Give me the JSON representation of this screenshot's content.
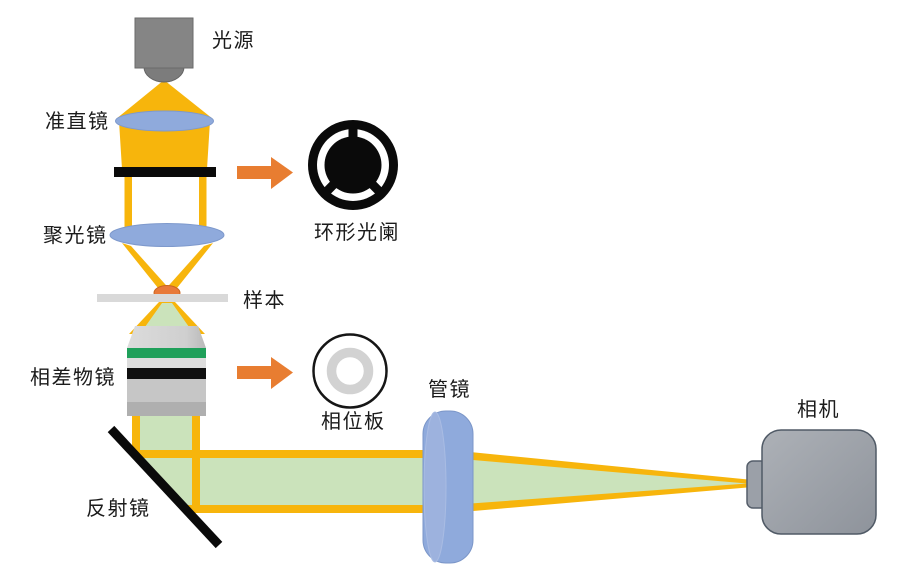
{
  "labels": {
    "light_source": "光源",
    "collimating_lens": "准直镜",
    "condenser_lens": "聚光镜",
    "annular_aperture": "环形光阑",
    "sample": "样本",
    "phase_objective": "相差物镜",
    "phase_plate": "相位板",
    "tube_lens": "管镜",
    "mirror": "反射镜",
    "camera": "相机"
  },
  "icons": {
    "arrow_right_upper": "arrow-right-icon",
    "arrow_right_lower": "arrow-right-icon"
  },
  "colors": {
    "beam_yellow": "#F7B50C",
    "beam_green": "#CBE3BB",
    "lens_blue": "#8FAADC",
    "lens_blue_hi": "#9DB2DE",
    "arrow_orange": "#E87D31",
    "stripe_green": "#1FA05A",
    "specimen_orange": "#E8793A",
    "aperture_black": "#0A0A0A",
    "device_gray": "#858585"
  }
}
